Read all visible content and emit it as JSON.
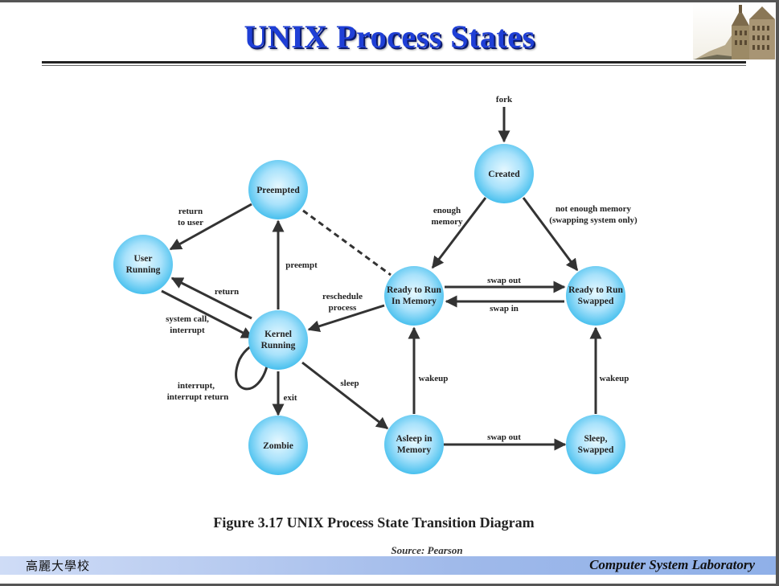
{
  "slide": {
    "title": "UNIX Process States"
  },
  "diagram": {
    "states": {
      "created": [
        "Created"
      ],
      "preempted": [
        "Preempted"
      ],
      "user_running": [
        "User",
        "Running"
      ],
      "kernel_running": [
        "Kernel",
        "Running"
      ],
      "ready_memory": [
        "Ready to Run",
        "In Memory"
      ],
      "ready_swapped": [
        "Ready to Run",
        "Swapped"
      ],
      "zombie": [
        "Zombie"
      ],
      "asleep_memory": [
        "Asleep in",
        "Memory"
      ],
      "sleep_swapped": [
        "Sleep,",
        "Swapped"
      ]
    },
    "labels": {
      "fork": "fork",
      "enough_memory": [
        "enough",
        "memory"
      ],
      "not_enough_memory": [
        "not enough memory",
        "(swapping system only)"
      ],
      "return_to_user": [
        "return",
        "to user"
      ],
      "preempt": "preempt",
      "return": "return",
      "system_call": [
        "system call,",
        "interrupt"
      ],
      "reschedule": [
        "reschedule",
        "process"
      ],
      "swap_out_top": "swap out",
      "swap_in": "swap in",
      "interrupt_return": [
        "interrupt,",
        "interrupt return"
      ],
      "exit": "exit",
      "sleep": "sleep",
      "wakeup_left": "wakeup",
      "wakeup_right": "wakeup",
      "swap_out_bottom": "swap out"
    },
    "caption": "Figure 3.17   UNIX Process State Transition Diagram",
    "source": "Source: Pearson"
  },
  "footer": {
    "left": "高麗大學校",
    "right": "Computer System Laboratory"
  },
  "colors": {
    "title": "#1f3fd6",
    "node_center": "#e6f8ff",
    "node_edge": "#48c0ee",
    "arrow": "#333333",
    "footer_band": "#9fb9ea"
  },
  "icons": {
    "top_right_image": "university-building-image"
  }
}
